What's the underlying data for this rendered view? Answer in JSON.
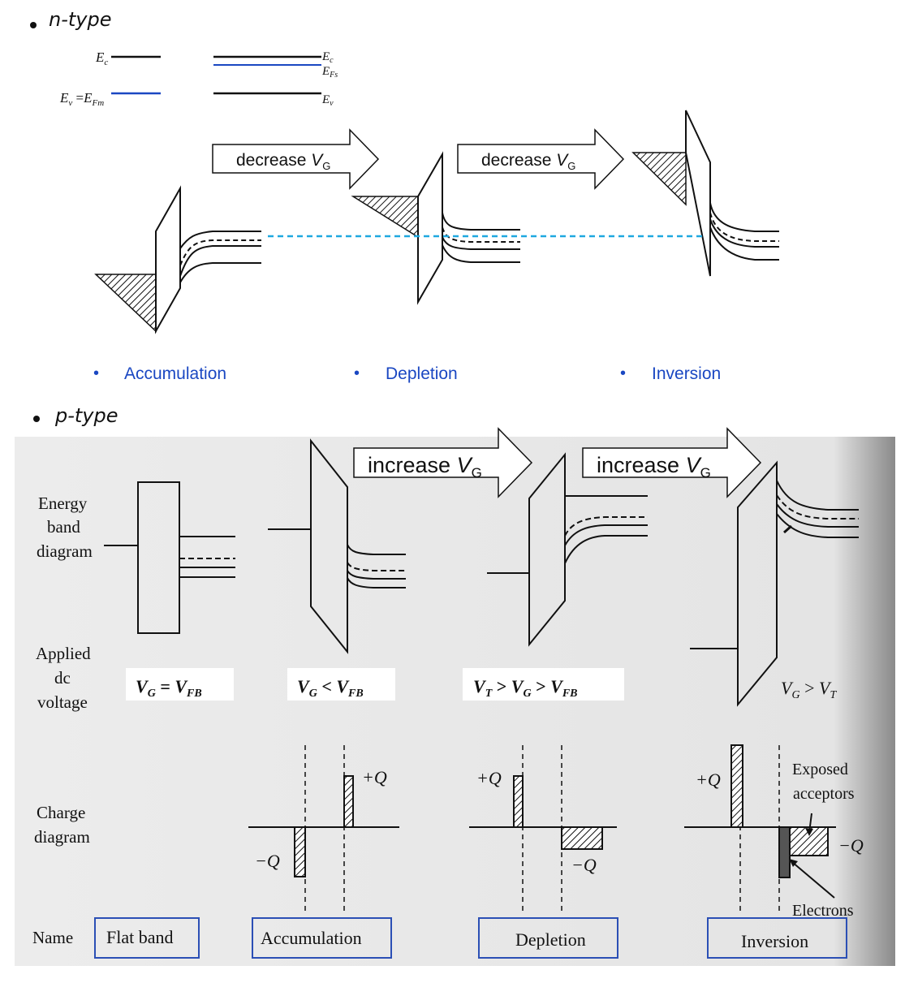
{
  "ntype": {
    "heading": "n-type",
    "levels": {
      "ec": "E",
      "ec_sub": "c",
      "ev_eq": "E",
      "ev_sub": "v",
      "eq": " =",
      "efm": "E",
      "efm_sub": "Fm",
      "ec2": "E",
      "ec2_sub": "c",
      "efs": "E",
      "efs_sub": "Fs",
      "ev2": "E",
      "ev2_sub": "v"
    },
    "arrows": [
      {
        "text": "decrease ",
        "var": "V",
        "sub": "G"
      },
      {
        "text": "decrease ",
        "var": "V",
        "sub": "G"
      }
    ],
    "labels": [
      "Accumulation",
      "Depletion",
      "Inversion"
    ],
    "bullet": "•"
  },
  "ptype": {
    "heading": "p-type",
    "rows": {
      "energy1": "Energy",
      "energy2": "band",
      "energy3": "diagram",
      "applied1": "Applied",
      "applied2": "dc",
      "applied3": "voltage",
      "charge1": "Charge",
      "charge2": "diagram",
      "name": "Name"
    },
    "arrows": [
      {
        "text": "increase ",
        "var": "V",
        "sub": "G"
      },
      {
        "text": "increase ",
        "var": "V",
        "sub": "G"
      }
    ],
    "conditions": [
      {
        "a": "V",
        "as": "G",
        "op": " = ",
        "b": "V",
        "bs": "FB"
      },
      {
        "a": "V",
        "as": "G",
        "op": " < ",
        "b": "V",
        "bs": "FB"
      },
      {
        "a": "V",
        "as": "T",
        "op": " > ",
        "b": "V",
        "bs": "G",
        "op2": " > ",
        "c": "V",
        "cs": "FB"
      },
      {
        "a": "V",
        "as": "G",
        "op": " > ",
        "b": "V",
        "bs": "T"
      }
    ],
    "charges": {
      "plus": "+Q",
      "minus": "−Q",
      "exposed1": "Exposed",
      "exposed2": "acceptors",
      "electrons": "Electrons"
    },
    "names": [
      "Flat band",
      "Accumulation",
      "Depletion",
      "Inversion"
    ]
  },
  "colors": {
    "blue_text": "#1a47c2",
    "fermi_blue": "#1a47c2",
    "dashed_cyan": "#1fa8e0",
    "box_blue": "#2b4fb5",
    "page_gray": "#e9e9e9"
  }
}
